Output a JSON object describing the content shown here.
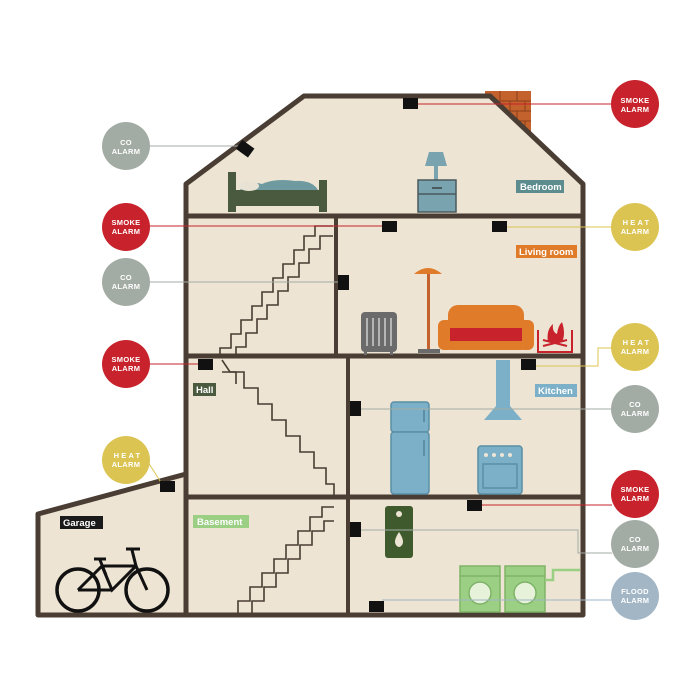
{
  "colors": {
    "wall": "#4a3d33",
    "interior": "#ede4d3",
    "smoke": "#c8232c",
    "co": "#a3aca4",
    "heat": "#dcc453",
    "flood": "#a2b6c6",
    "line_smoke": "#c8232c",
    "line_co": "#a3aca4",
    "line_heat": "#dcc453",
    "line_flood": "#a2b6c6",
    "tag_bedroom": "#5d8c8f",
    "tag_living": "#e07b2a",
    "tag_kitchen": "#7bb0c8",
    "tag_hall": "#4a5a3e",
    "tag_garage": "#1a1a1a",
    "tag_basement": "#9bcf84"
  },
  "rooms": {
    "bedroom": "Bedroom",
    "living": "Living room",
    "kitchen": "Kitchen",
    "hall": "Hall",
    "garage": "Garage",
    "basement": "Basement"
  },
  "alarms": [
    {
      "id": "smoke-top",
      "type": "smoke",
      "line1": "SMOKE",
      "line2": "ALARM"
    },
    {
      "id": "co-roof",
      "type": "co",
      "line1": "CO",
      "line2": "ALARM"
    },
    {
      "id": "smoke-left-upper",
      "type": "smoke",
      "line1": "SMOKE",
      "line2": "ALARM"
    },
    {
      "id": "heat-right-upper",
      "type": "heat",
      "line1": "HEAT",
      "line2": "ALARM"
    },
    {
      "id": "co-left",
      "type": "co",
      "line1": "CO",
      "line2": "ALARM"
    },
    {
      "id": "smoke-left-lower",
      "type": "smoke",
      "line1": "SMOKE",
      "line2": "ALARM"
    },
    {
      "id": "heat-right-mid",
      "type": "heat",
      "line1": "HEAT",
      "line2": "ALARM"
    },
    {
      "id": "co-right-kitchen",
      "type": "co",
      "line1": "CO",
      "line2": "ALARM"
    },
    {
      "id": "heat-garage",
      "type": "heat",
      "line1": "HEAT",
      "line2": "ALARM"
    },
    {
      "id": "smoke-right-lower",
      "type": "smoke",
      "line1": "SMOKE",
      "line2": "ALARM"
    },
    {
      "id": "co-right-basement",
      "type": "co",
      "line1": "CO",
      "line2": "ALARM"
    },
    {
      "id": "flood-right",
      "type": "flood",
      "line1": "FLOOD",
      "line2": "ALARM"
    }
  ]
}
